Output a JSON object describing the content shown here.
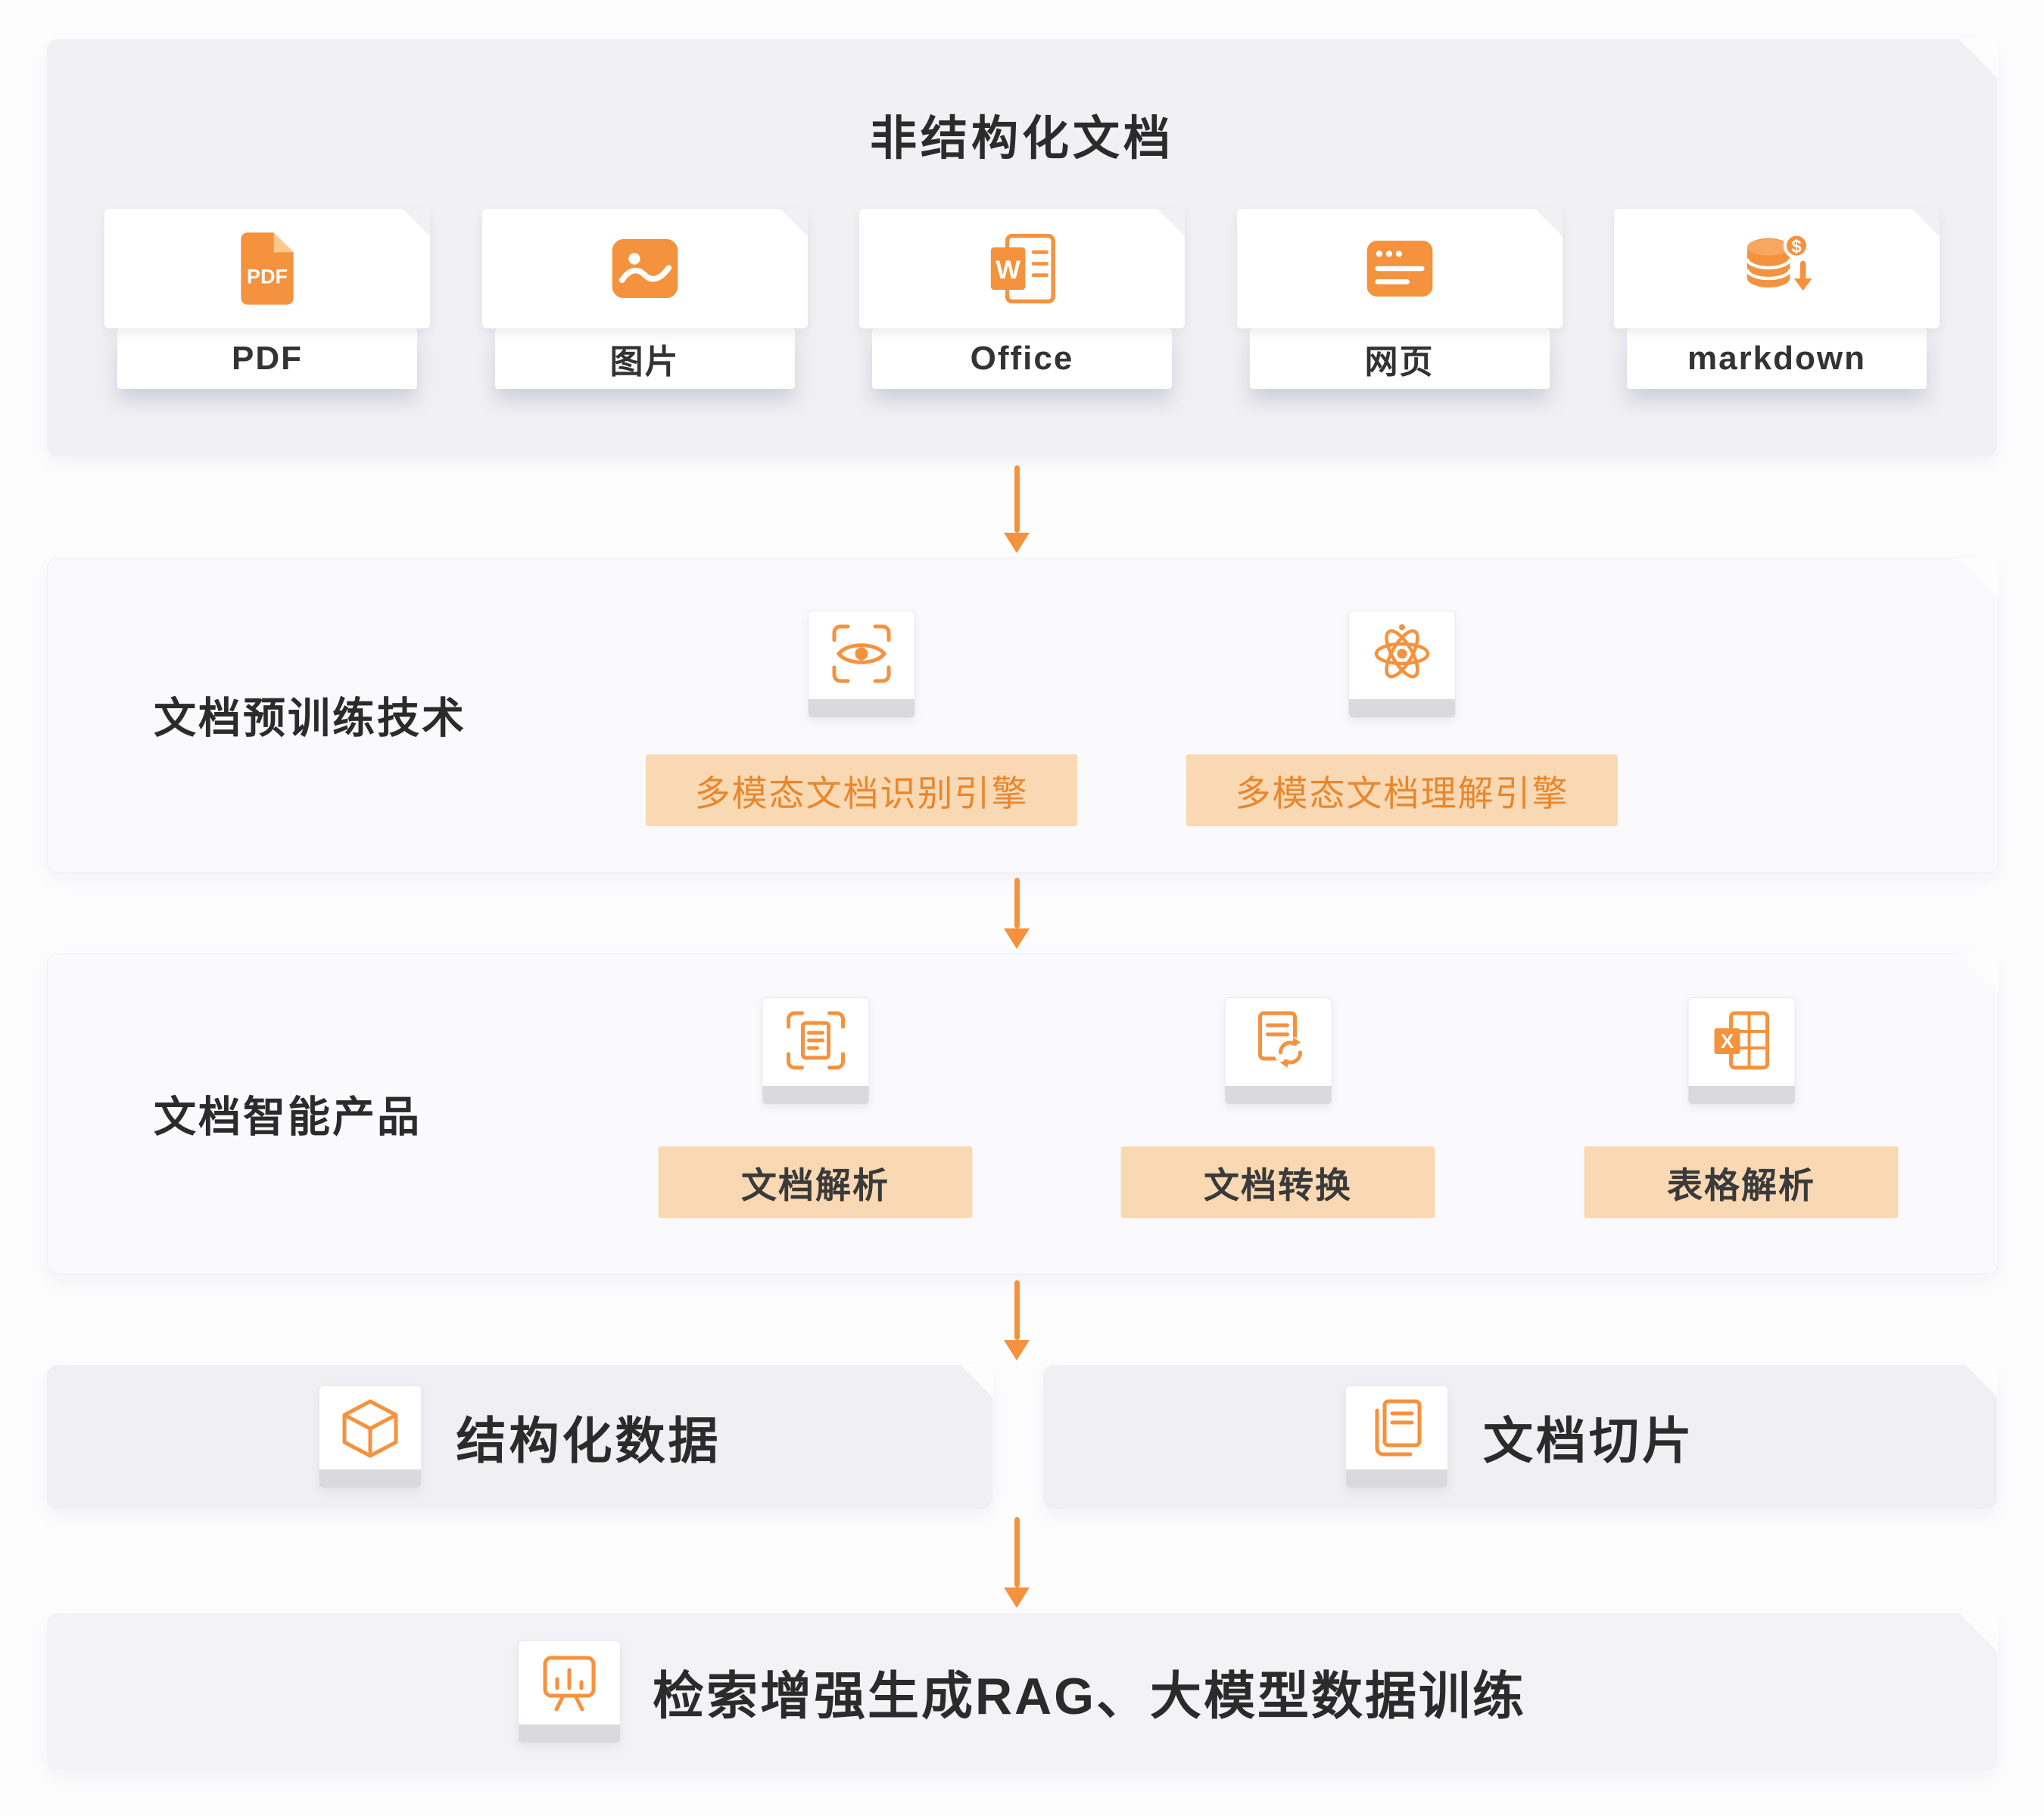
{
  "colors": {
    "accent": "#F5923E",
    "panel_gray": "#F1F1F4",
    "label_bg": "#F9D9B3",
    "label_text_orange": "#E7872E"
  },
  "sources": {
    "title": "非结构化文档",
    "cards": [
      {
        "label": "PDF",
        "icon": "pdf-file-icon"
      },
      {
        "label": "图片",
        "icon": "image-icon"
      },
      {
        "label": "Office",
        "icon": "office-word-icon"
      },
      {
        "label": "网页",
        "icon": "webpage-icon"
      },
      {
        "label": "markdown",
        "icon": "markdown-data-icon"
      }
    ]
  },
  "pretraining": {
    "title": "文档预训练技术",
    "items": [
      {
        "label": "多模态文档识别引擎",
        "icon": "ocr-scan-eye-icon"
      },
      {
        "label": "多模态文档理解引擎",
        "icon": "atom-icon"
      }
    ]
  },
  "products": {
    "title": "文档智能产品",
    "items": [
      {
        "label": "文档解析",
        "icon": "doc-parse-icon"
      },
      {
        "label": "文档转换",
        "icon": "doc-convert-icon"
      },
      {
        "label": "表格解析",
        "icon": "table-parse-icon"
      }
    ]
  },
  "outputs": {
    "items": [
      {
        "label": "结构化数据",
        "icon": "cube-icon"
      },
      {
        "label": "文档切片",
        "icon": "doc-slices-icon"
      }
    ]
  },
  "application": {
    "label": "检索增强生成RAG、大模型数据训练",
    "icon": "bar-chart-board-icon"
  }
}
